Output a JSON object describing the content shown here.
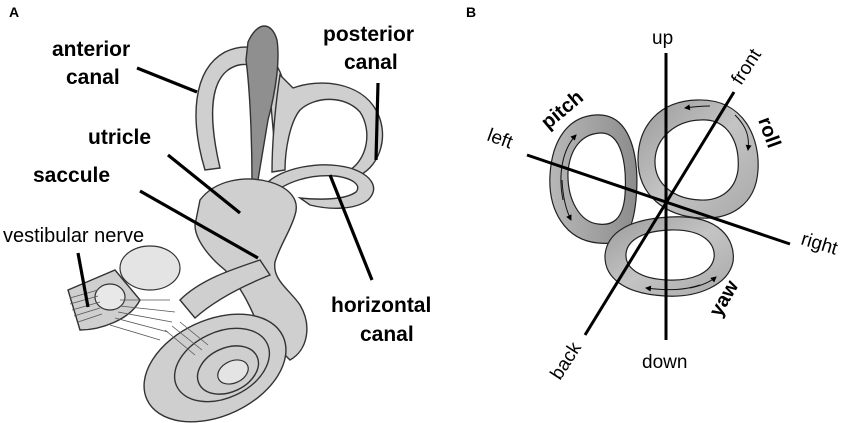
{
  "figure": {
    "panel_a": {
      "letter": "A",
      "labels": {
        "anterior_canal_1": "anterior",
        "anterior_canal_2": "canal",
        "posterior_canal_1": "posterior",
        "posterior_canal_2": "canal",
        "utricle": "utricle",
        "saccule": "saccule",
        "vestibular_nerve": "vestibular nerve",
        "horizontal_canal_1": "horizontal",
        "horizontal_canal_2": "canal"
      }
    },
    "panel_b": {
      "letter": "B",
      "axes": {
        "up": "up",
        "down": "down",
        "left": "left",
        "right": "right",
        "front": "front",
        "back": "back"
      },
      "rotations": {
        "pitch": "pitch",
        "roll": "roll",
        "yaw": "yaw"
      }
    }
  }
}
